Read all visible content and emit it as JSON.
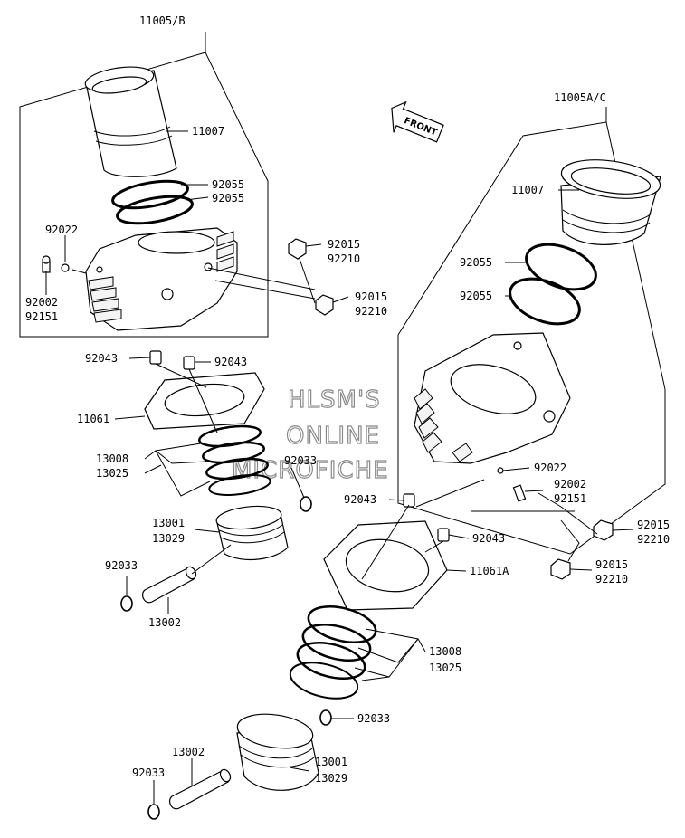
{
  "watermark": [
    "HLSM'S",
    "ONLINE",
    "MICROFICHE"
  ],
  "front_label": "FRONT",
  "labels": {
    "asm_b": "11005/B",
    "asm_ac": "11005A/C",
    "l_11007": "11007",
    "l_92055a": "92055",
    "l_92055b": "92055",
    "l_92022": "92022",
    "l_92002": "92002",
    "l_92151": "92151",
    "l_92015a": "92015",
    "l_92210a": "92210",
    "l_92015b": "92015",
    "l_92210b": "92210",
    "l_92043a": "92043",
    "l_92043b": "92043",
    "l_11061": "11061",
    "l_13008": "13008",
    "l_13025": "13025",
    "l_92033a": "92033",
    "l_13001": "13001",
    "l_13029": "13029",
    "l_92033b": "92033",
    "l_13002": "13002",
    "r_11007": "11007",
    "r_92055a": "92055",
    "r_92055b": "92055",
    "r_92022": "92022",
    "r_92002": "92002",
    "r_92151": "92151",
    "r_92043a": "92043",
    "r_92043b": "92043",
    "r_92015a": "92015",
    "r_92210a": "92210",
    "r_92015b": "92015",
    "r_92210b": "92210",
    "r_11061A": "11061A",
    "r_13008": "13008",
    "r_13025": "13025",
    "r_92033a": "92033",
    "r_13002": "13002",
    "r_13001": "13001",
    "r_13029": "13029",
    "r_92033b": "92033"
  }
}
